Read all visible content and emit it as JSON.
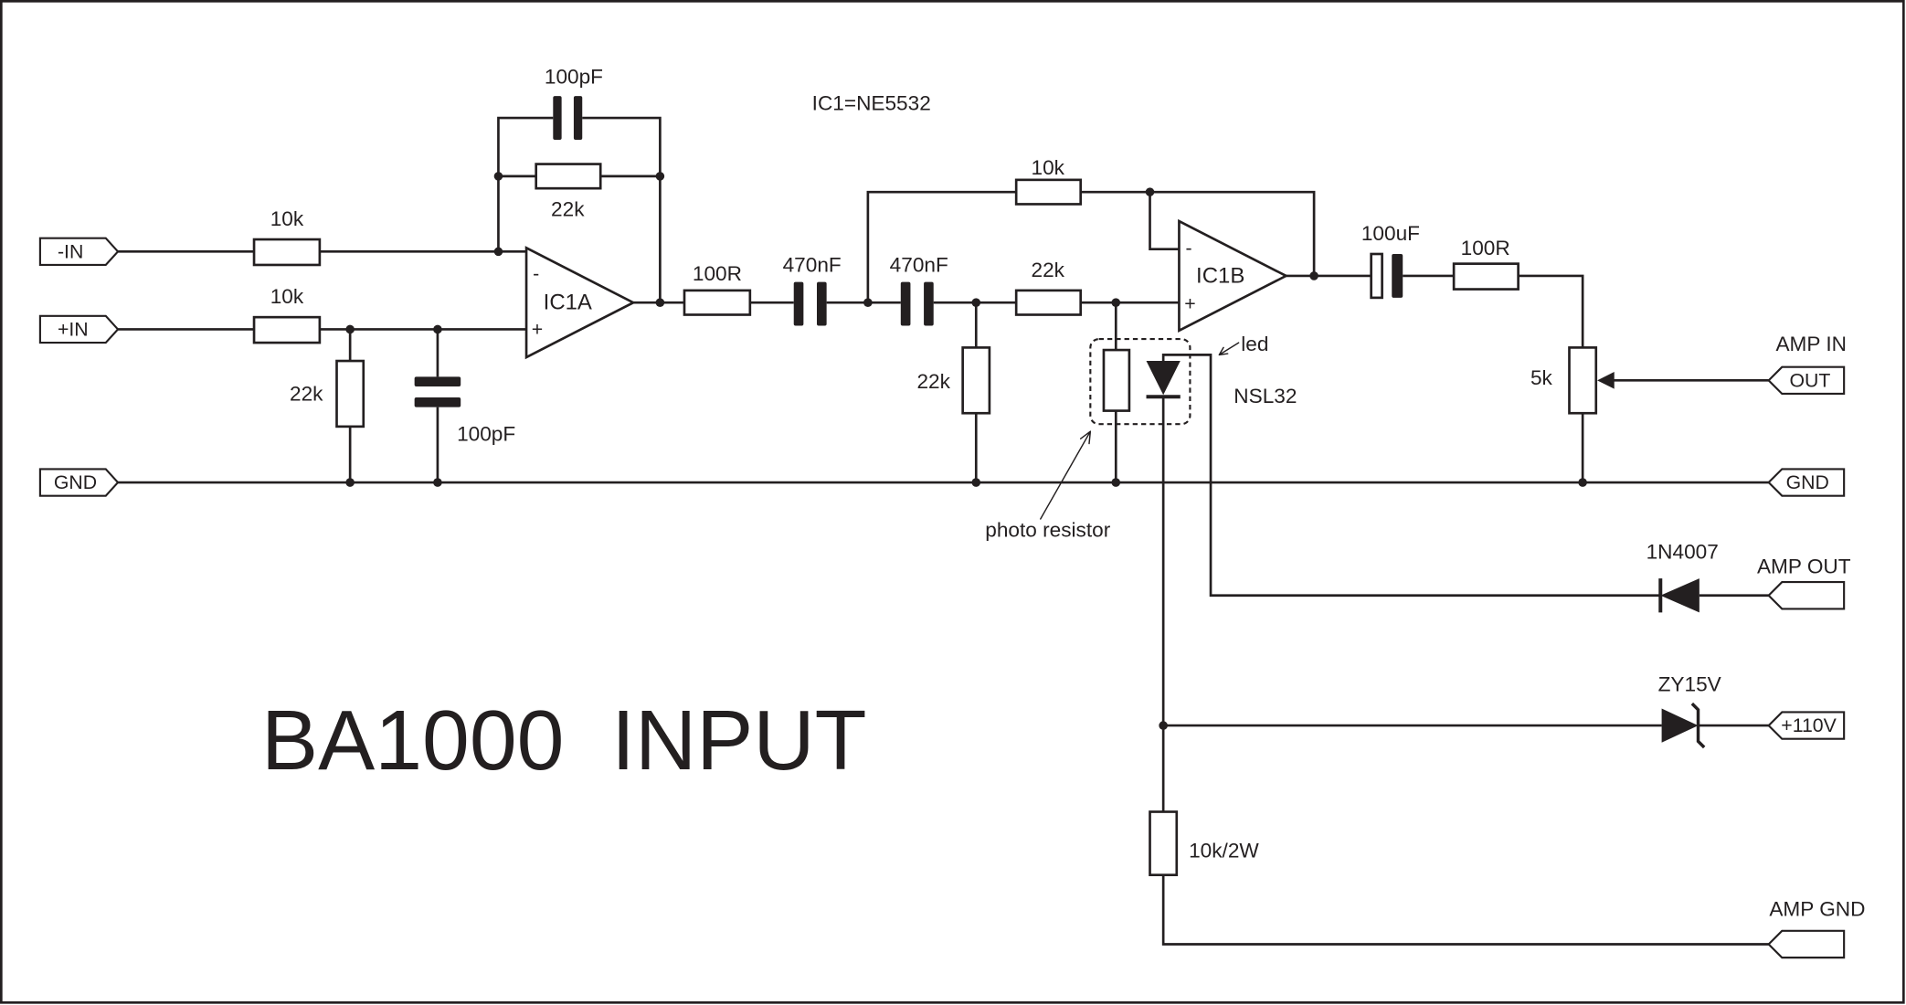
{
  "title": "BA1000  INPUT",
  "ic_note": "IC1=NE5532",
  "left_connectors": {
    "neg_in": "-IN",
    "pos_in": "+IN",
    "gnd": "GND"
  },
  "right_connectors": {
    "amp_in_label": "AMP IN",
    "amp_in_text": "OUT",
    "gnd": "GND",
    "amp_out_label": "AMP OUT",
    "supply_text": "+110V",
    "amp_gnd_label": "AMP GND"
  },
  "stage1": {
    "opamp": "IC1A",
    "minus_sign": "-",
    "plus_sign": "+",
    "r_in_neg": "10k",
    "r_in_pos": "10k",
    "r_feedback": "22k",
    "c_feedback": "100pF",
    "r_shunt": "22k",
    "c_shunt": "100pF"
  },
  "filter": {
    "r_series": "100R",
    "c1": "470nF",
    "c2": "470nF",
    "r_series2": "22k",
    "r_shunt": "22k",
    "r_feedback": "10k"
  },
  "stage2": {
    "opamp": "IC1B",
    "minus_sign": "-",
    "plus_sign": "+"
  },
  "optocoupler": {
    "part": "NSL32",
    "led_label": "led",
    "photo_resistor_label": "photo resistor"
  },
  "output": {
    "c_coupling": "100uF",
    "r_series": "100R",
    "pot": "5k"
  },
  "supply": {
    "diode": "1N4007",
    "zener": "ZY15V",
    "r_drop": "10k/2W"
  },
  "colors": {
    "ink": "#231f20",
    "background": "#ffffff"
  }
}
